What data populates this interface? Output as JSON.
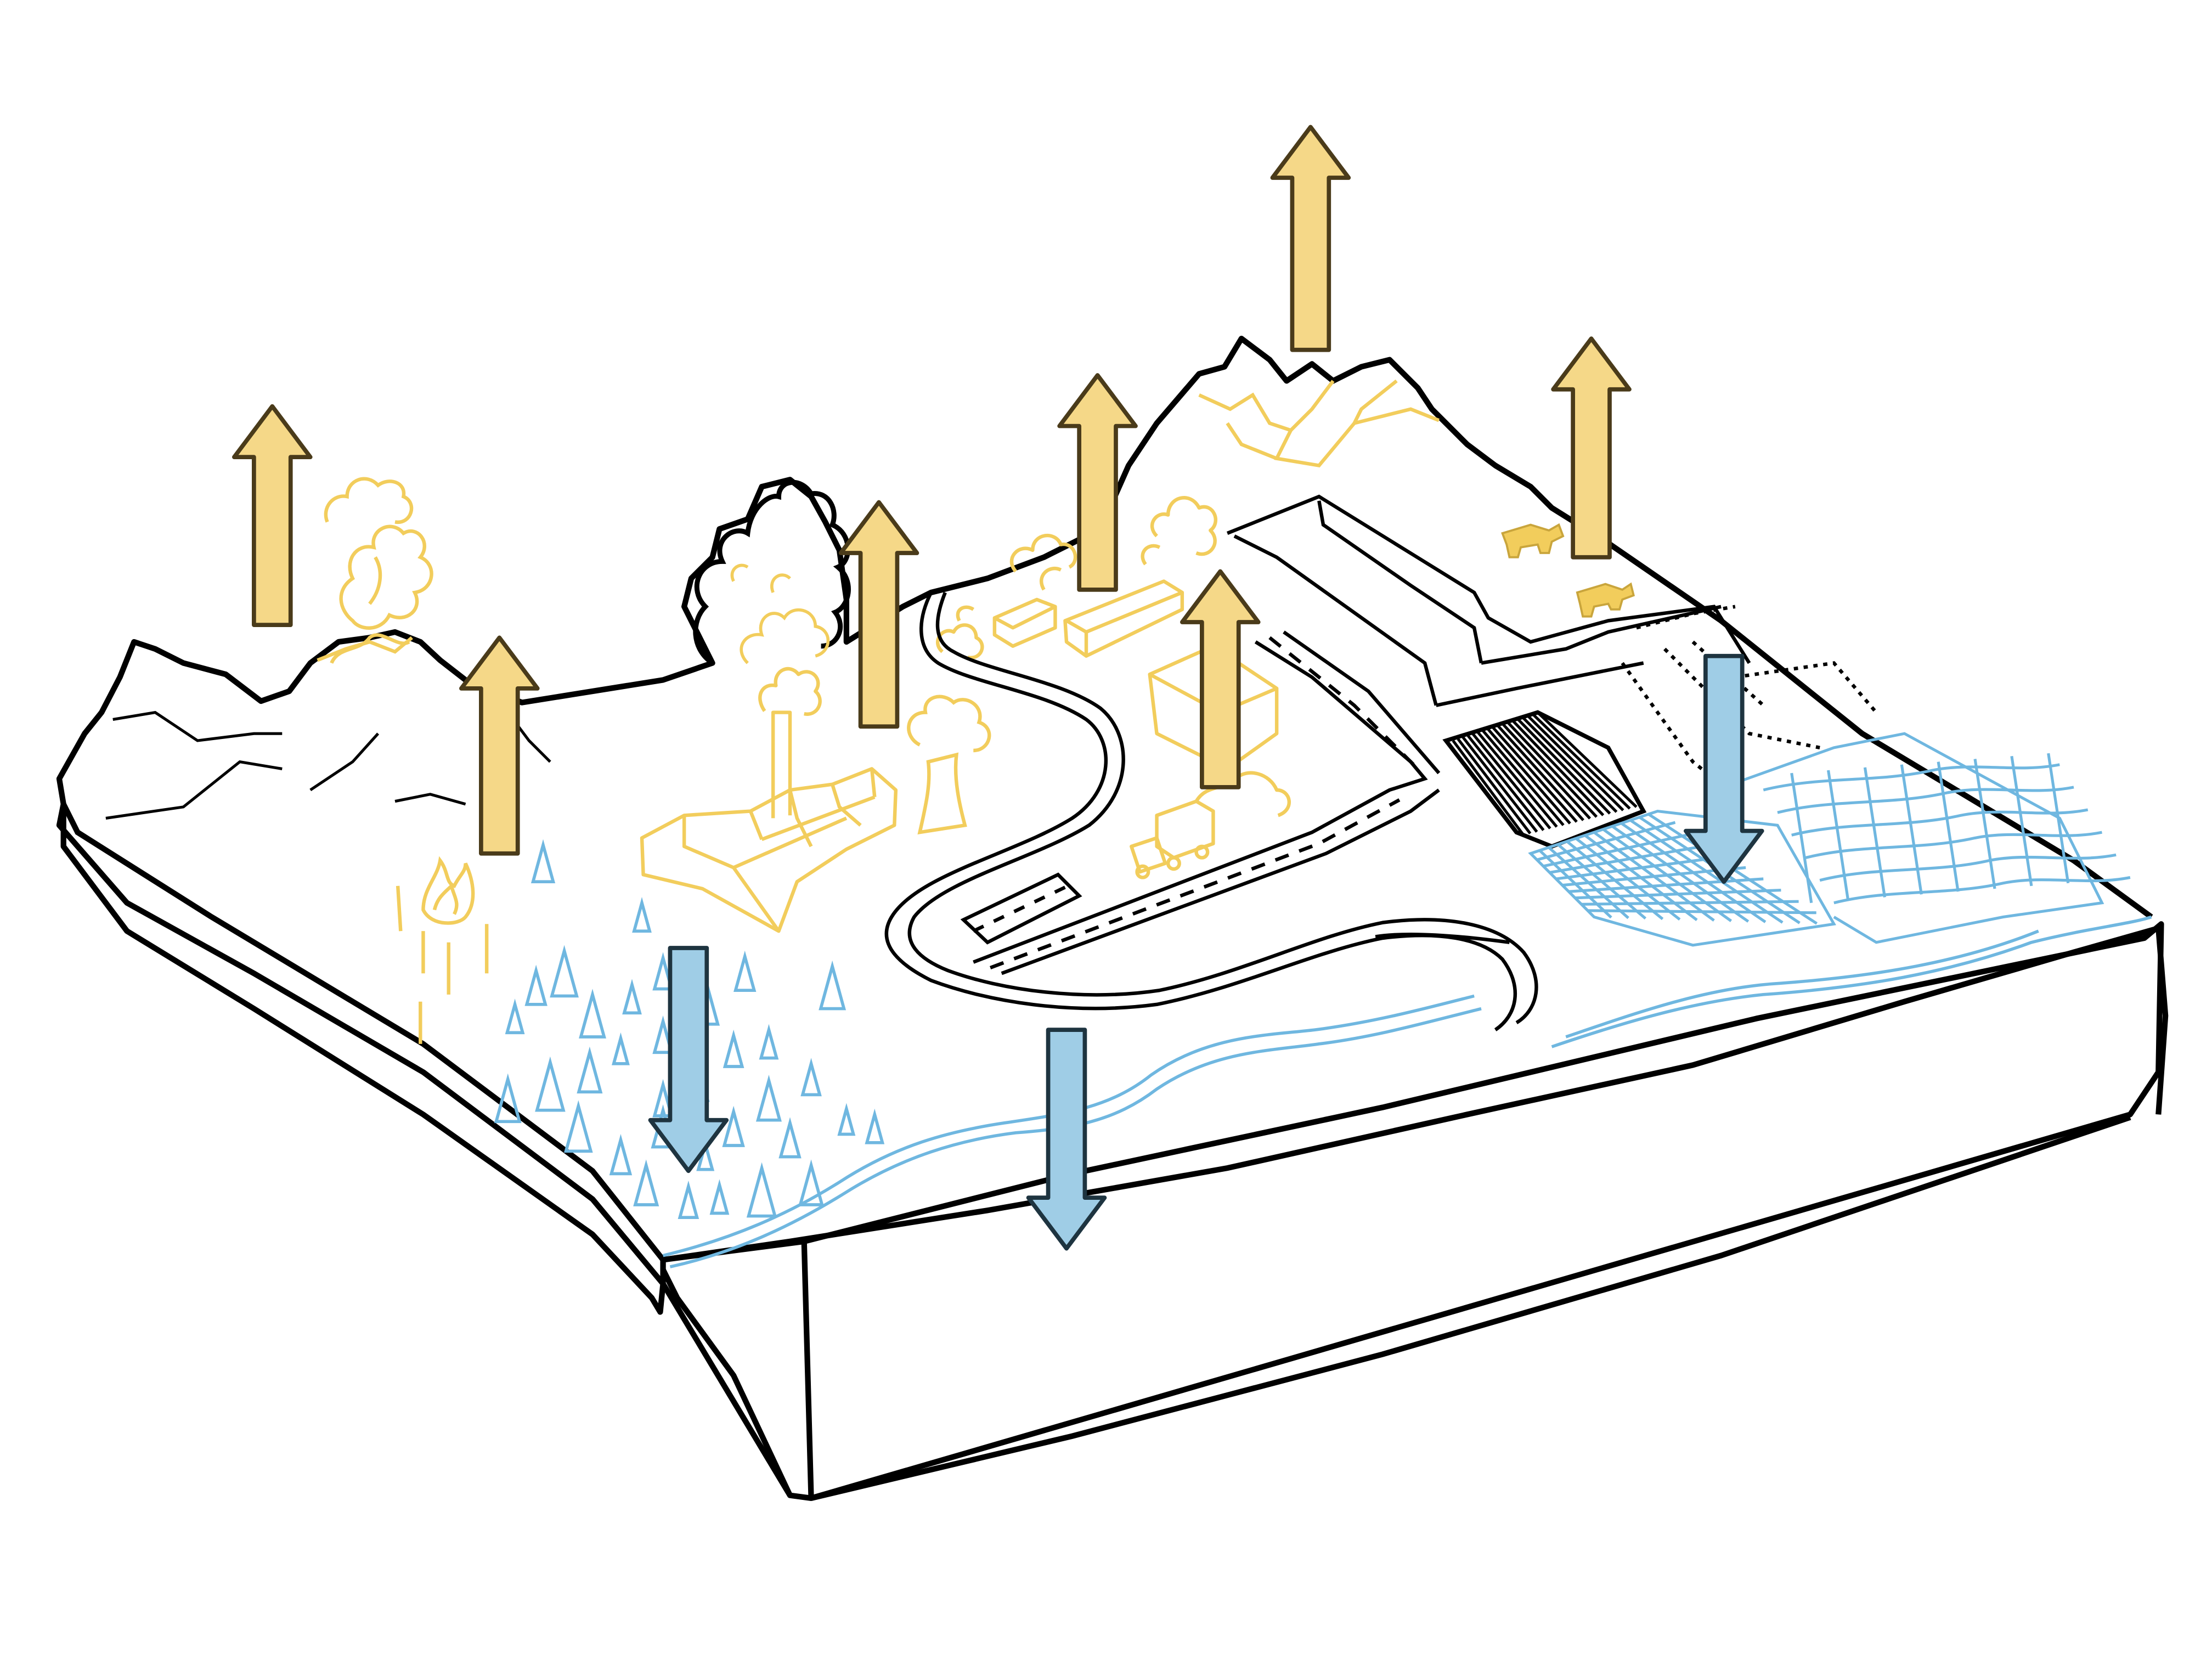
{
  "diagram": {
    "kind": "isometric landscape block sketch",
    "colors": {
      "ink": "#000000",
      "emission": "#f5d888",
      "emission_stroke": "#4a3b1a",
      "emission_sketch": "#f2cd5c",
      "absorption": "#9fcde6",
      "absorption_stroke": "#1e3440",
      "absorption_sketch": "#6fb7e0",
      "background": "#ffffff"
    },
    "arrows": {
      "up_count": 7,
      "down_count": 3,
      "up_direction": "up",
      "down_direction": "down"
    },
    "icons": [
      "mountain-range-icon",
      "volcano-smoke-icon",
      "wildfire-icon",
      "forest-icon",
      "tree-icon",
      "factory-icon",
      "cooling-tower-icon",
      "river-icon",
      "road-icon",
      "buildings-icon",
      "truck-icon",
      "cattle-icon",
      "fields-icon",
      "wetland-icon",
      "solar-panel-icon"
    ],
    "labels": []
  }
}
